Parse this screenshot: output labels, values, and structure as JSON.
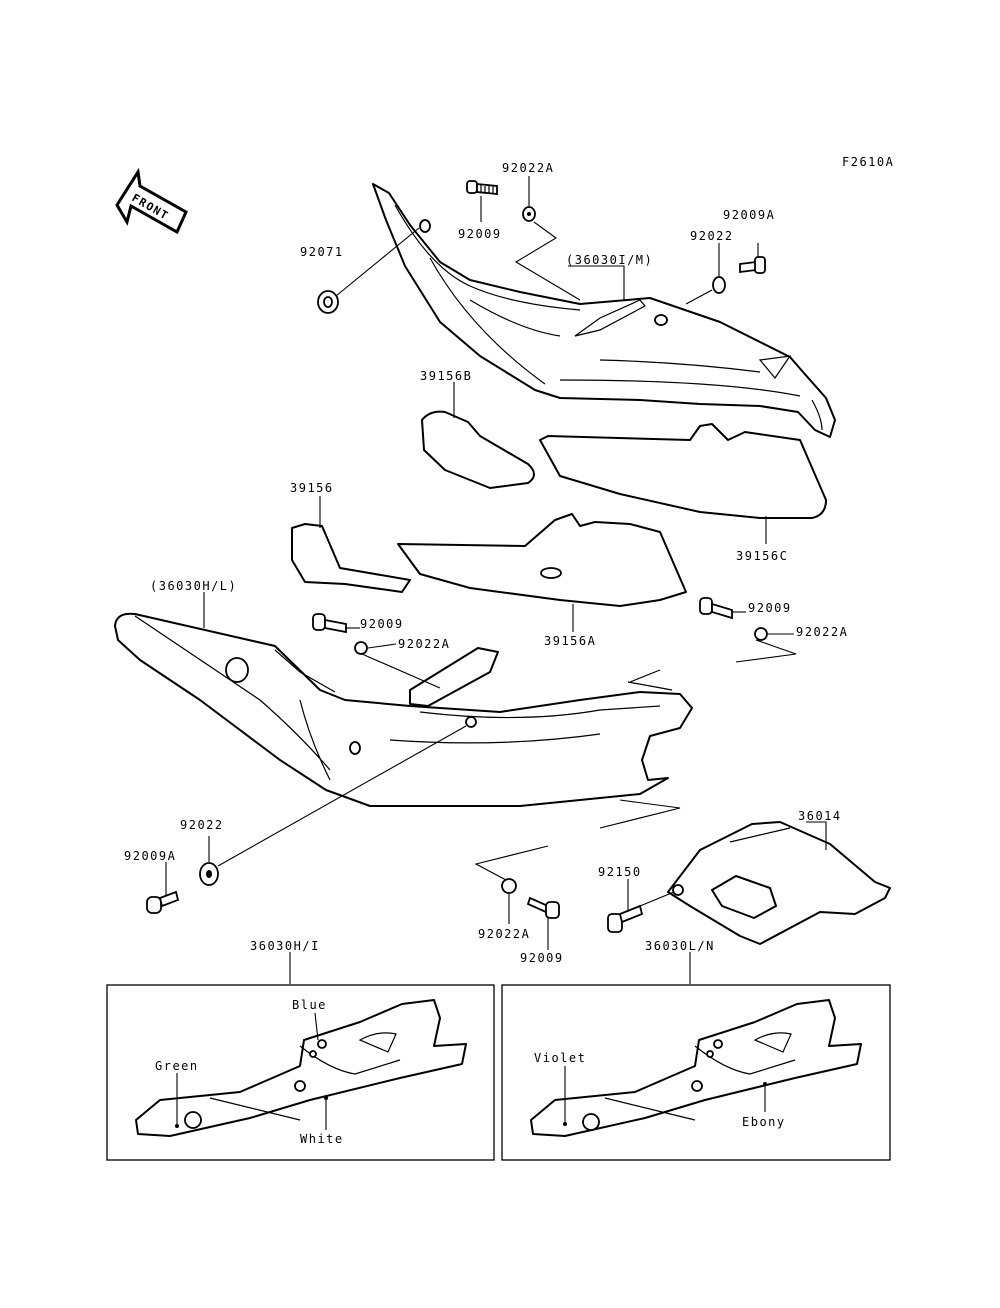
{
  "figure_code": "F2610A",
  "front_label": "FRONT",
  "part_labels": {
    "p92022A_top": "92022A",
    "p92009_top": "92009",
    "p92071": "92071",
    "p36030IM": "(36030I/M)",
    "p92009A_right": "92009A",
    "p92022_right": "92022",
    "p39156B": "39156B",
    "p39156C": "39156C",
    "p39156": "39156",
    "p39156A": "39156A",
    "p36030HL": "(36030H/L)",
    "p92009_mid": "92009",
    "p92022A_mid": "92022A",
    "p92009_rmid": "92009",
    "p92022A_rmid": "92022A",
    "p92022_left": "92022",
    "p92009A_left": "92009A",
    "p36014": "36014",
    "p92150": "92150",
    "p92022A_bot": "92022A",
    "p92009_bot": "92009"
  },
  "variants": {
    "left": {
      "title": "36030H/I",
      "colors": {
        "a": "Blue",
        "b": "Green",
        "c": "White"
      }
    },
    "right": {
      "title": "36030L/N",
      "colors": {
        "a": "Violet",
        "b": "Ebony"
      }
    }
  }
}
